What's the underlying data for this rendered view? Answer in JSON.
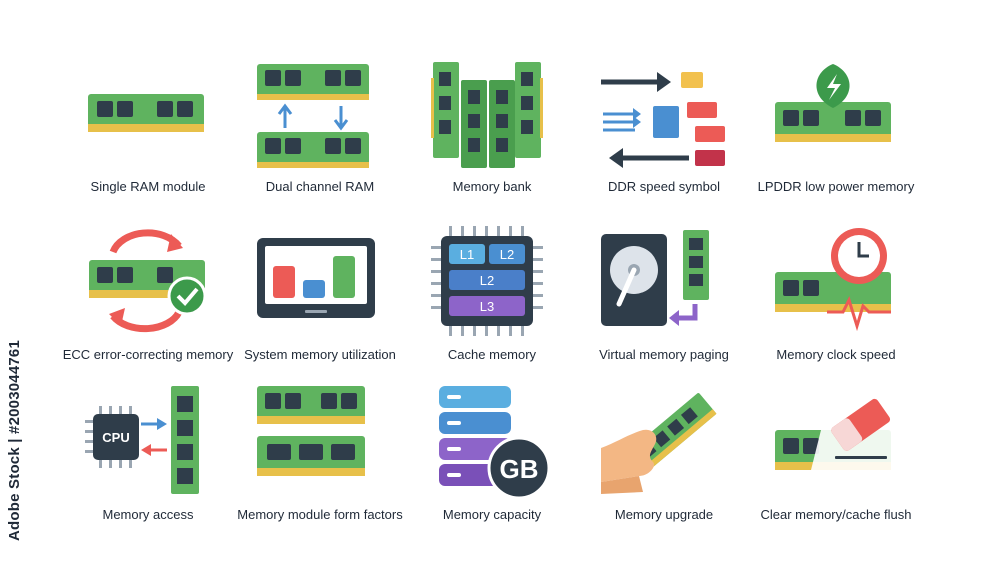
{
  "icons": [
    {
      "label": "Single RAM module",
      "icon": "ram-module-icon"
    },
    {
      "label": "Dual channel RAM",
      "icon": "dual-channel-icon"
    },
    {
      "label": "Memory bank",
      "icon": "memory-bank-icon"
    },
    {
      "label": "DDR speed symbol",
      "icon": "ddr-speed-icon"
    },
    {
      "label": "LPDDR low power memory",
      "icon": "low-power-leaf-icon"
    },
    {
      "label": "ECC error-correcting memory",
      "icon": "ecc-check-icon"
    },
    {
      "label": "System memory utilization",
      "icon": "monitor-chart-icon"
    },
    {
      "label": "Cache memory",
      "icon": "cpu-cache-icon",
      "levels": [
        "L1",
        "L2",
        "L2",
        "L3"
      ]
    },
    {
      "label": "Virtual memory paging",
      "icon": "hard-disk-icon"
    },
    {
      "label": "Memory clock speed",
      "icon": "clock-pulse-icon"
    },
    {
      "label": "Memory access",
      "icon": "cpu-chip-icon",
      "chip_text": "CPU"
    },
    {
      "label": "Memory module form factors",
      "icon": "form-factor-icon"
    },
    {
      "label": "Memory capacity",
      "icon": "server-stack-icon",
      "badge_text": "GB"
    },
    {
      "label": "Memory upgrade",
      "icon": "hand-ram-icon"
    },
    {
      "label": "Clear memory/cache flush",
      "icon": "eraser-icon"
    }
  ],
  "watermark": "Adobe Stock | #2003044761",
  "colors": {
    "pcb_green": "#5fb35f",
    "chip_dark": "#2f3d4a",
    "accent_red": "#ec5b56",
    "accent_blue": "#4a8fd1",
    "accent_purple": "#8d64c9",
    "gold": "#e7c04a"
  }
}
